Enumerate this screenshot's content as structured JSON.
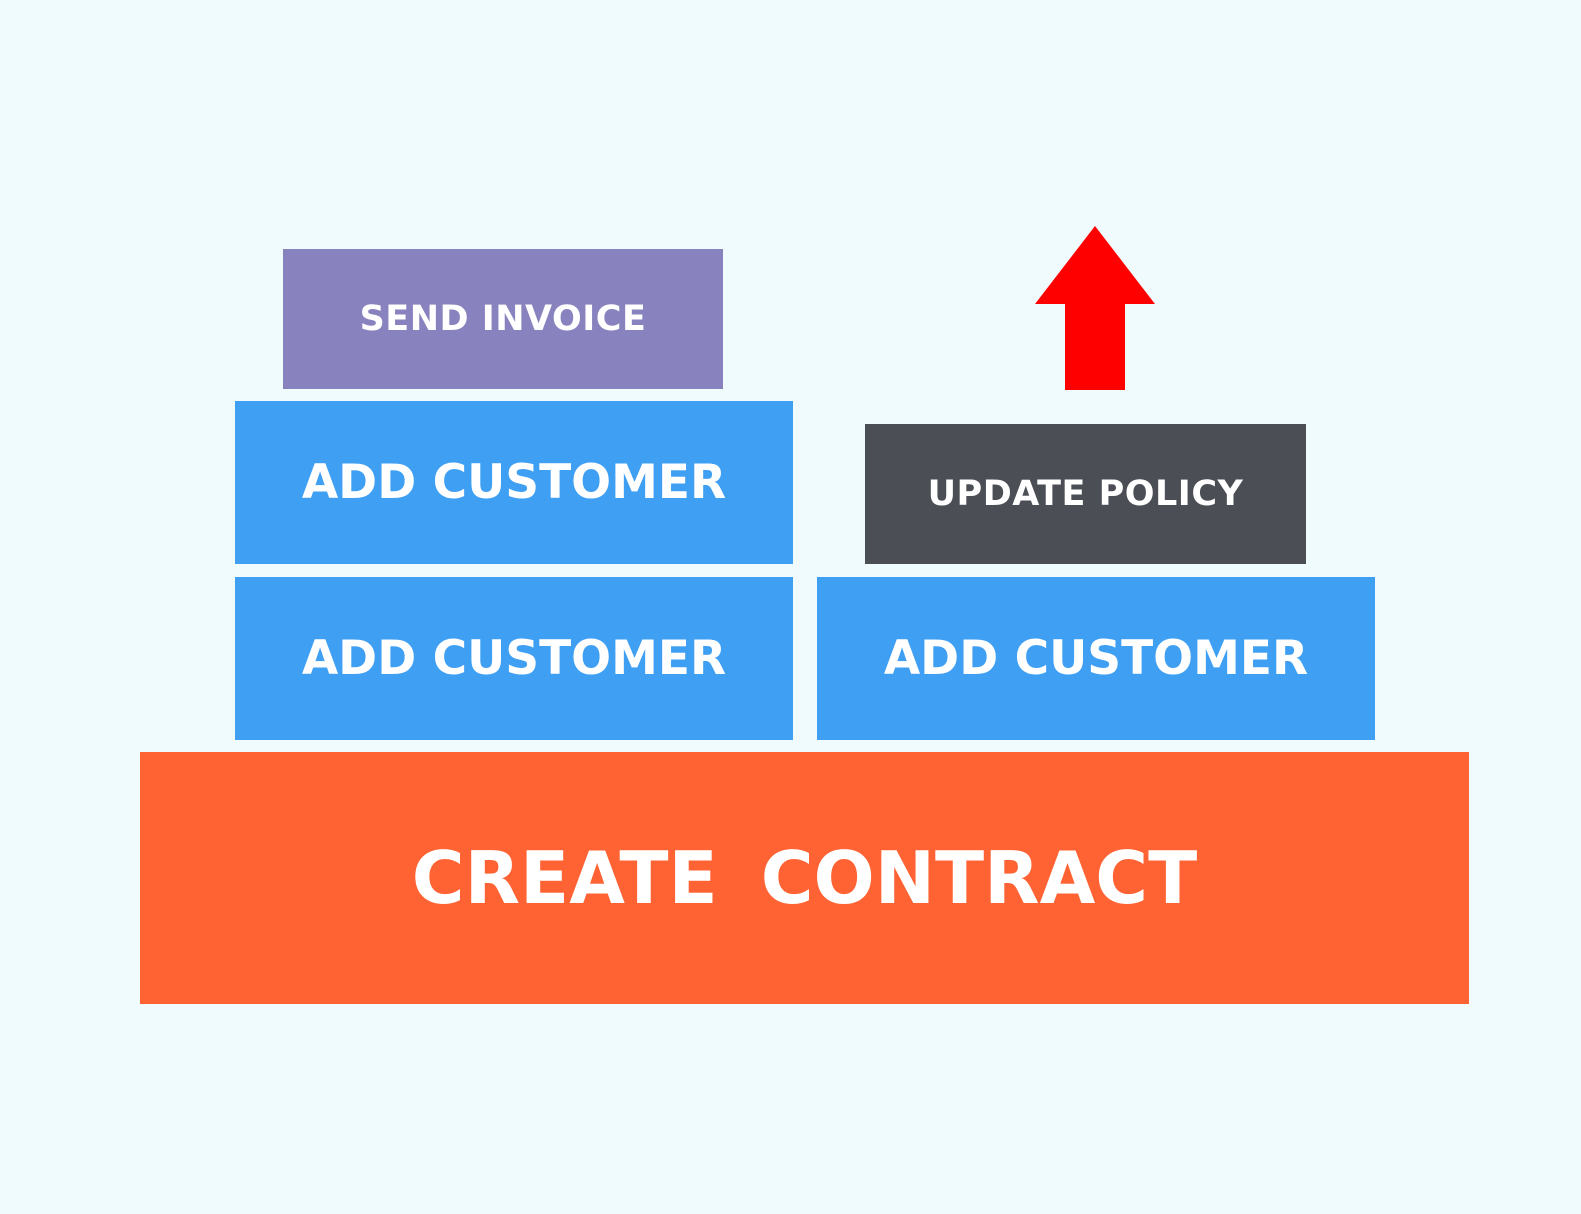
{
  "diagram": {
    "blocks": {
      "send_invoice": {
        "label": "SEND INVOICE",
        "color": "#8883be"
      },
      "add_customer_left_top": {
        "label": "ADD CUSTOMER",
        "color": "#3e9ff3"
      },
      "add_customer_left_bottom": {
        "label": "ADD CUSTOMER",
        "color": "#3e9ff3"
      },
      "update_policy": {
        "label": "UPDATE POLICY",
        "color": "#4b4f55"
      },
      "add_customer_right": {
        "label": "ADD CUSTOMER",
        "color": "#3e9ff3"
      },
      "create_contract": {
        "label": "CREATE  CONTRACT",
        "color": "#ff6333"
      }
    },
    "arrow": {
      "icon": "up-arrow-icon",
      "color": "#ff0000"
    },
    "background": "#f0fbfd"
  }
}
